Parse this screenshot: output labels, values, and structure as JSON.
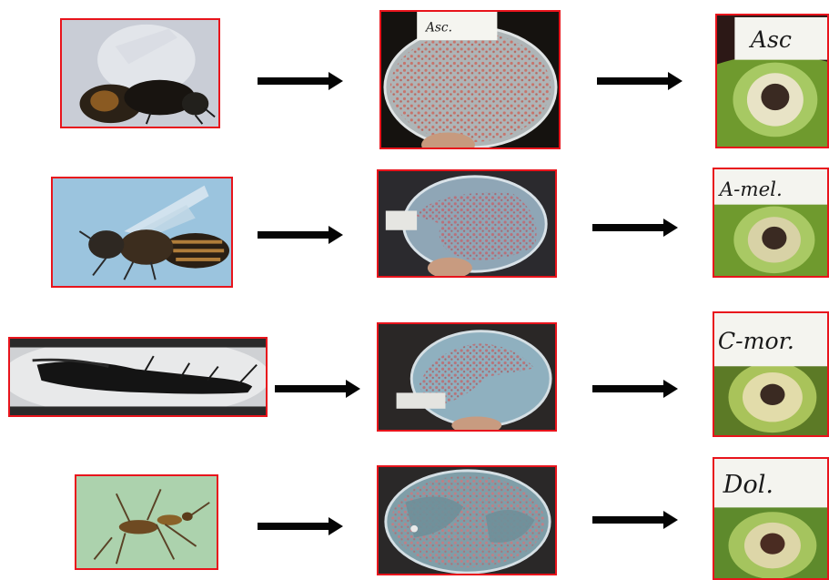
{
  "rows": [
    {
      "name": "row-1",
      "plate_label": "Asc.",
      "fruit_label": "Asc"
    },
    {
      "name": "row-2",
      "plate_label": "",
      "fruit_label": "A-mel."
    },
    {
      "name": "row-3",
      "plate_label": "",
      "fruit_label": "C-mor."
    },
    {
      "name": "row-4",
      "plate_label": "",
      "fruit_label": "Dol."
    }
  ],
  "colors": {
    "border": "#e8141c",
    "arrow": "#050505"
  }
}
